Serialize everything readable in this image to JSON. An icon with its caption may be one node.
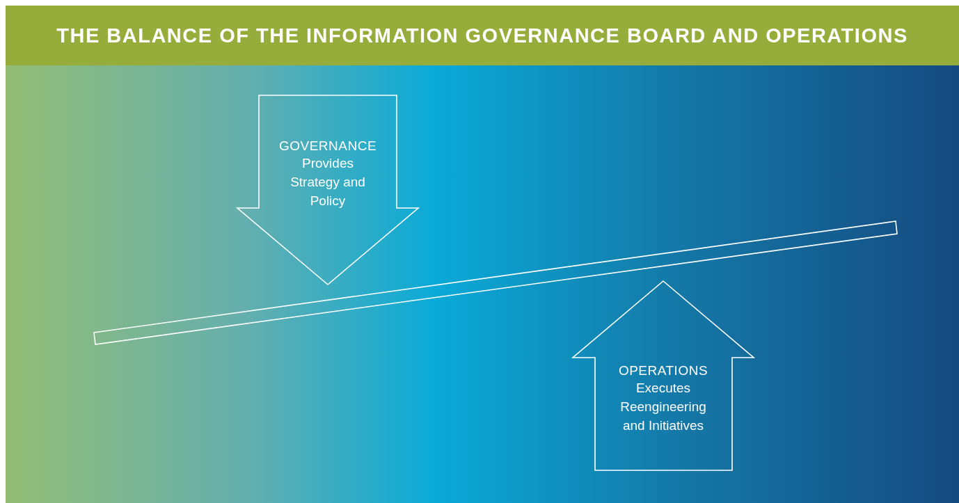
{
  "diagram": {
    "title": "THE BALANCE OF THE INFORMATION GOVERNANCE BOARD AND OPERATIONS",
    "nodes": [
      {
        "text": [
          "GOVERNANCE",
          "Provides Strategy and Policy"
        ]
      },
      {
        "text": [
          "OPERATIONS",
          "Executes Reengineering and Initiatives"
        ]
      }
    ]
  }
}
